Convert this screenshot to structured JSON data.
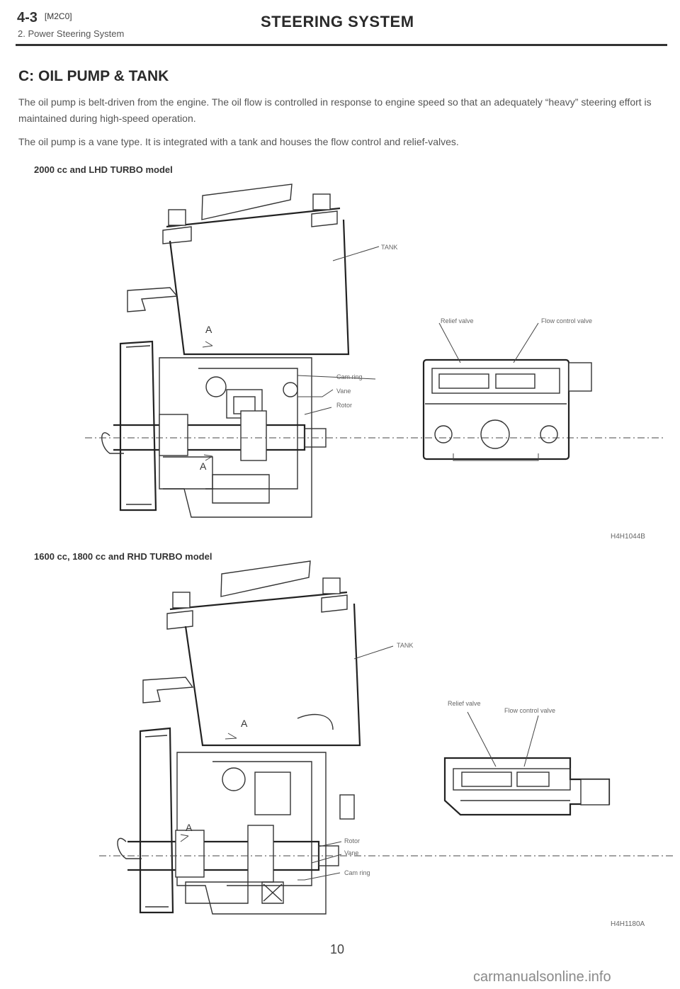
{
  "header": {
    "section_code": "4-3",
    "tag": "[M2C0]",
    "subsection": "2. Power Steering System",
    "title": "STEERING SYSTEM"
  },
  "heading": "C: OIL PUMP & TANK",
  "paragraphs": [
    "The oil pump is belt-driven from the engine. The oil flow is controlled in response to engine speed so that an adequately “heavy” steering effort is maintained during high-speed operation.",
    "The oil pump is a vane type. It is integrated with a tank and houses the flow control and relief-valves."
  ],
  "figures": [
    {
      "caption": "2000 cc and LHD TURBO model",
      "labels": {
        "tank": "TANK",
        "relief_valve": "Relief valve",
        "flow_control_valve": "Flow control valve",
        "cam_ring": "Cam ring",
        "vane": "Vane",
        "rotor": "Rotor",
        "section_a": "A"
      },
      "id": "H4H1044B"
    },
    {
      "caption": "1600 cc, 1800 cc and RHD TURBO model",
      "labels": {
        "tank": "TANK",
        "relief_valve": "Relief valve",
        "flow_control_valve": "Flow control valve",
        "rotor": "Rotor",
        "vane": "Vane",
        "cam_ring": "Cam ring",
        "section_a": "A"
      },
      "id": "H4H1180A"
    }
  ],
  "page_number": "10",
  "watermark": "carmanualsonline.info"
}
